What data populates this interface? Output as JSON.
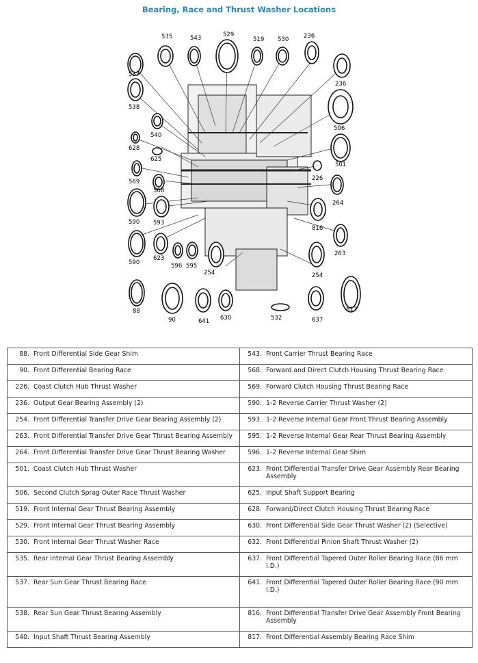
{
  "page": {
    "title": "Bearing, Race and Thrust Washer Locations"
  },
  "figure": {
    "callouts": [
      "535",
      "543",
      "529",
      "519",
      "530",
      "236",
      "537",
      "236",
      "538",
      "506",
      "540",
      "628",
      "625",
      "501",
      "226",
      "569",
      "568",
      "264",
      "590",
      "593",
      "816",
      "590",
      "623",
      "596",
      "595",
      "254",
      "254",
      "263",
      "88",
      "90",
      "641",
      "630",
      "532",
      "637",
      "817"
    ]
  },
  "table": {
    "rows": [
      {
        "left": {
          "num": "88.",
          "desc": "Front Differential Side Gear Shim"
        },
        "right": {
          "num": "543.",
          "desc": "Front Carrier Thrust Bearing Race"
        }
      },
      {
        "left": {
          "num": "90.",
          "desc": "Front Differential Bearing Race"
        },
        "right": {
          "num": "568.",
          "desc": "Forward and Direct Clutch Housing Thrust Bearing Race"
        }
      },
      {
        "left": {
          "num": "226.",
          "desc": "Coast Clutch Hub Thrust Washer"
        },
        "right": {
          "num": "569.",
          "desc": "Forward Clutch Housing Thrust Bearing Race"
        }
      },
      {
        "left": {
          "num": "236.",
          "desc": "Output Gear Bearing Assembly (2)"
        },
        "right": {
          "num": "590.",
          "desc": "1-2 Reverse Carrier Thrust Washer (2)"
        }
      },
      {
        "left": {
          "num": "254.",
          "desc": "Front Differential Transfer Drive Gear Bearing Assembly (2)"
        },
        "right": {
          "num": "593.",
          "desc": "1-2 Reverse Internal Gear Front Thrust Bearing Assembly"
        }
      },
      {
        "left": {
          "num": "263.",
          "desc": "Front Differential Transfer Drive Gear Thrust Bearing Assembly"
        },
        "right": {
          "num": "595.",
          "desc": "1-2 Reverse Internal Gear Rear Thrust Bearing Assembly"
        }
      },
      {
        "left": {
          "num": "264.",
          "desc": "Front Differential Transfer Drive Gear Thrust Bearing Washer"
        },
        "right": {
          "num": "596.",
          "desc": "1-2 Reverse Internal Gear Shim"
        }
      },
      {
        "left": {
          "num": "501.",
          "desc": "Coast Clutch Hub Thrust Washer"
        },
        "right": {
          "num": "623.",
          "desc": "Front Differential Transfer Drive Gear Assembly Rear Bearing Assembly"
        }
      },
      {
        "left": {
          "num": "506.",
          "desc": "Second Clutch Sprag Outer Race Thrust Washer"
        },
        "right": {
          "num": "625.",
          "desc": "Input Shaft Support Bearing"
        }
      },
      {
        "left": {
          "num": "519.",
          "desc": "Front Internal Gear Thrust Bearing Assembly"
        },
        "right": {
          "num": "628.",
          "desc": "Forward/Direct Clutch Housing Thrust Bearing Race"
        }
      },
      {
        "left": {
          "num": "529.",
          "desc": "Front Internal Gear Thrust Bearing Assembly"
        },
        "right": {
          "num": "630.",
          "desc": "Front Differential Side Gear Thrust Washer (2) (Selective)"
        }
      },
      {
        "left": {
          "num": "530.",
          "desc": "Front Internal Gear Thrust Washer Race"
        },
        "right": {
          "num": "632.",
          "desc": "Front Differential Pinion Shaft Thrust Washer (2)"
        }
      },
      {
        "left": {
          "num": "535.",
          "desc": "Rear Internal Gear Thrust Bearing Assembly"
        },
        "right": {
          "num": "637.",
          "desc": "Front Differential Tapered Outer Roller Bearing Race (86 mm I.D.)"
        }
      },
      {
        "left": {
          "num": "537.",
          "desc": "Rear Sun Gear Thrust Bearing Race"
        },
        "right": {
          "num": "641.",
          "desc": "Front Differential Tapered Outer Roller Bearing Race (90 mm I.D.)"
        }
      },
      {
        "left": {
          "num": "538.",
          "desc": "Rear Sun Gear Thrust Bearing Assembly"
        },
        "right": {
          "num": "816.",
          "desc": "Front Differential Transfer Drive Gear Assembly Front Bearing Assembly"
        }
      },
      {
        "left": {
          "num": "540.",
          "desc": "Input Shaft Thrust Bearing Assembly"
        },
        "right": {
          "num": "817.",
          "desc": "Front Differential Assembly Bearing Race Shim"
        }
      }
    ]
  }
}
